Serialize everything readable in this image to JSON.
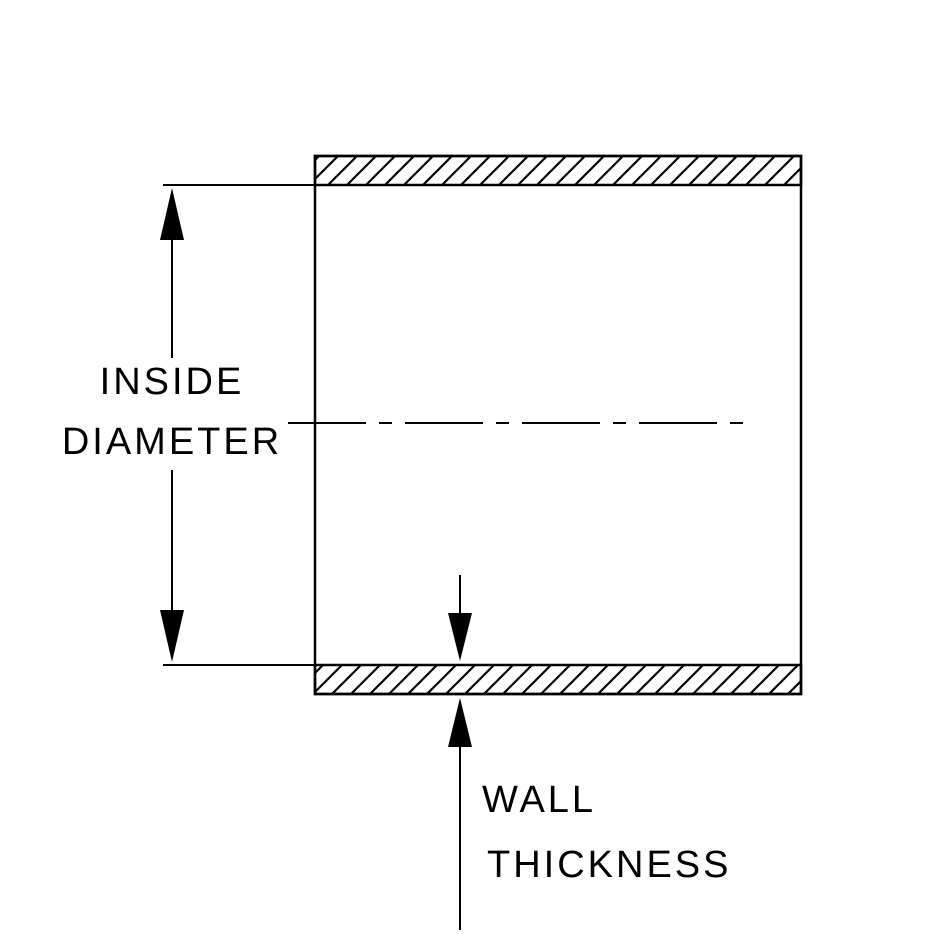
{
  "diagram": {
    "type": "technical-cross-section",
    "labels": {
      "inside_diameter_line1": "INSIDE",
      "inside_diameter_line2": "DIAMETER",
      "wall_thickness_line1": "WALL",
      "wall_thickness_line2": "THICKNESS"
    },
    "colors": {
      "line": "#000000",
      "background": "#ffffff"
    }
  }
}
